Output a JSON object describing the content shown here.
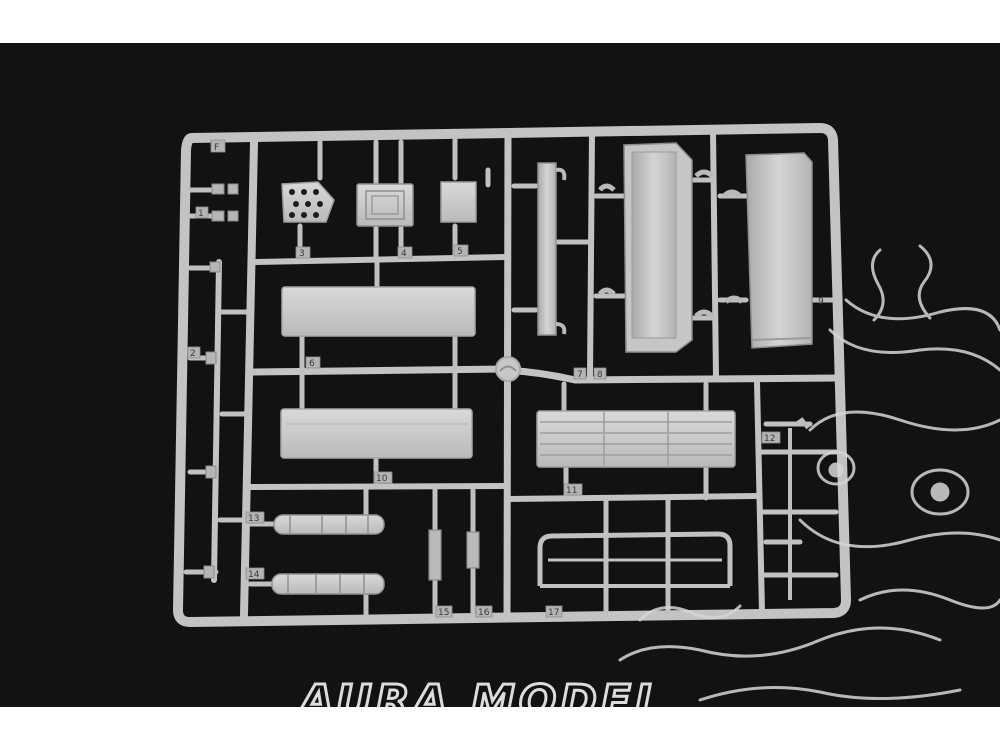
{
  "photo": {
    "subject": "plastic model kit sprue",
    "sprue_letter": "F",
    "part_numbers": [
      "1",
      "2",
      "3",
      "4",
      "5",
      "6",
      "7",
      "8",
      "9",
      "10",
      "11",
      "12",
      "13",
      "14",
      "15",
      "16",
      "17"
    ],
    "watermark_text": "AURA MODEL",
    "colors": {
      "background": "#121212",
      "plastic": "#c9cacb",
      "plastic_shadow": "#9fa1a3",
      "watermark": "#d4d4d4"
    }
  }
}
